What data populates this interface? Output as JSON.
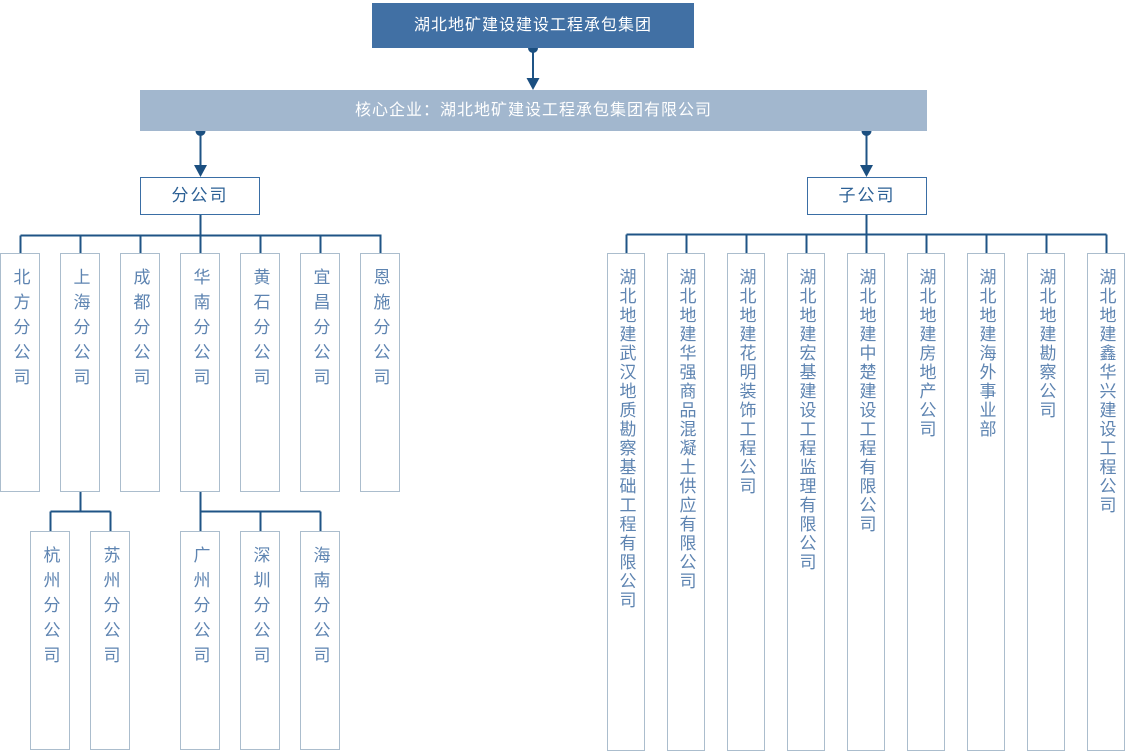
{
  "org_chart": {
    "root": {
      "name": "湖北地矿建设建设工程承包集团"
    },
    "core": {
      "name": "核心企业：湖北地矿建设工程承包集团有限公司"
    },
    "branches": [
      {
        "label": "分公司",
        "children": [
          {
            "name": "北方分公司"
          },
          {
            "name": "上海分公司",
            "children": [
              {
                "name": "杭州分公司"
              },
              {
                "name": "苏州分公司"
              }
            ]
          },
          {
            "name": "成都分公司"
          },
          {
            "name": "华南分公司",
            "children": [
              {
                "name": "广州分公司"
              },
              {
                "name": "深圳分公司"
              },
              {
                "name": "海南分公司"
              }
            ]
          },
          {
            "name": "黄石分公司"
          },
          {
            "name": "宜昌分公司"
          },
          {
            "name": "恩施分公司"
          }
        ]
      },
      {
        "label": "子公司",
        "children": [
          {
            "name": "湖北地建武汉地质勘察基础工程有限公司"
          },
          {
            "name": "湖北地建华强商品混凝土供应有限公司"
          },
          {
            "name": "湖北地建花明装饰工程公司"
          },
          {
            "name": "湖北地建宏基建设工程监理有限公司"
          },
          {
            "name": "湖北地建中楚建设工程有限公司"
          },
          {
            "name": "湖北地建房地产公司"
          },
          {
            "name": "湖北地建海外事业部"
          },
          {
            "name": "湖北地建勘察公司"
          },
          {
            "name": "湖北地建鑫华兴建设工程公司"
          }
        ]
      }
    ],
    "colors": {
      "root_fill": "#4170a4",
      "core_fill": "#a2b7ce",
      "node_text": "#5e84b1",
      "node_border": "#abbdcd",
      "label_border": "#3a6ea5",
      "label_text": "#2c6095",
      "connector": "#1f5486",
      "arrow_dot": "#1b4f80"
    }
  }
}
